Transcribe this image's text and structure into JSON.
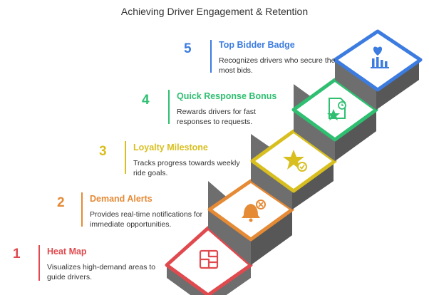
{
  "title": "Achieving Driver Engagement & Retention",
  "colors": {
    "step1": "#e04a4e",
    "step2": "#e58a35",
    "step3": "#d8bf1f",
    "step4": "#2fbf71",
    "step5": "#3c7ce0",
    "riser": "#6e6e6e",
    "side": "#575757"
  },
  "steps": [
    {
      "number": "1",
      "label": "Heat Map",
      "description": "Visualizes high-demand areas to guide drivers.",
      "icon": "map-grid-icon"
    },
    {
      "number": "2",
      "label": "Demand Alerts",
      "description": "Provides real-time notifications for immediate opportunities.",
      "icon": "bell-alert-icon"
    },
    {
      "number": "3",
      "label": "Loyalty Milestone",
      "description": "Tracks progress towards weekly ride goals.",
      "icon": "star-check-icon"
    },
    {
      "number": "4",
      "label": "Quick Response Bonus",
      "description": "Rewards drivers for fast responses to requests.",
      "icon": "document-star-clock-icon"
    },
    {
      "number": "5",
      "label": "Top Bidder Badge",
      "description": "Recognizes drivers who secure the most bids.",
      "icon": "heart-bars-icon"
    }
  ]
}
